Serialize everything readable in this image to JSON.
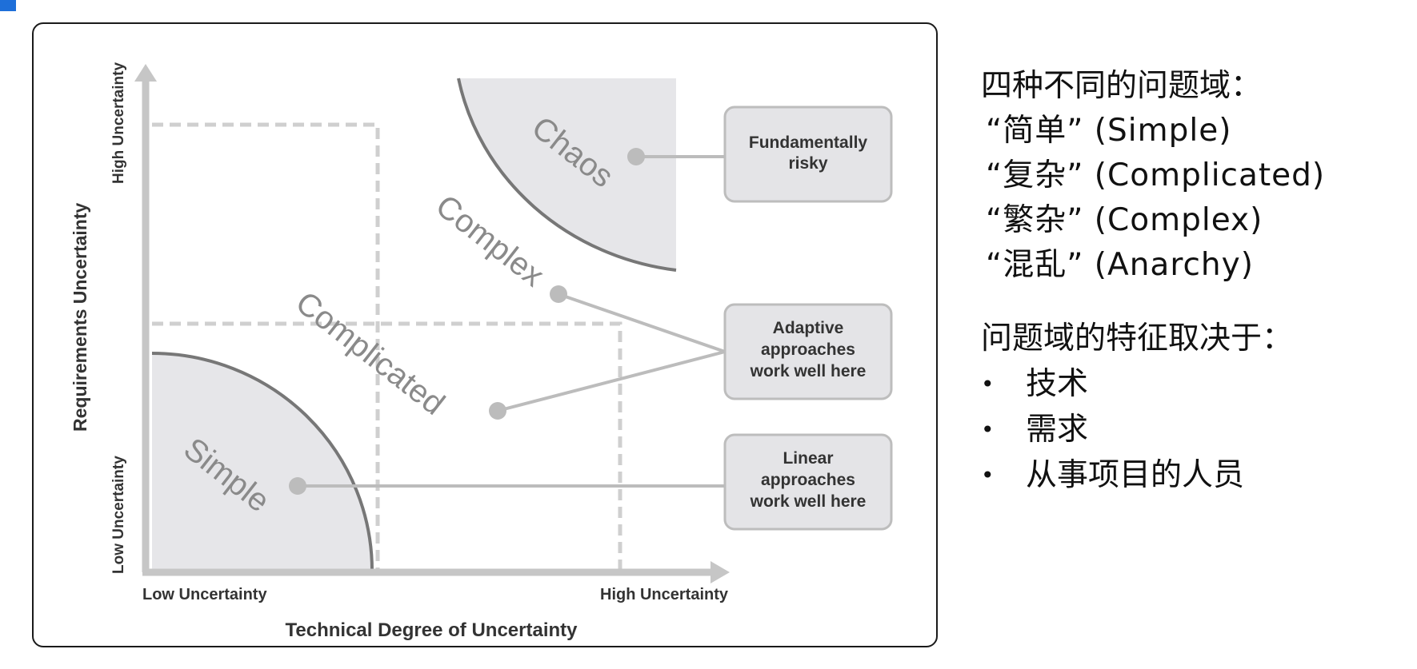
{
  "diagram": {
    "y_axis_title": "Requirements Uncertainty",
    "y_axis_high": "High Uncertainty",
    "y_axis_low": "Low Uncertainty",
    "x_axis_title": "Technical Degree of Uncertainty",
    "x_axis_low": "Low Uncertainty",
    "x_axis_high": "High Uncertainty",
    "zones": {
      "simple": "Simple",
      "complicated": "Complicated",
      "complex": "Complex",
      "chaos": "Chaos"
    },
    "callouts": {
      "chaos": [
        "Fundamentally",
        "risky"
      ],
      "adaptive": [
        "Adaptive",
        "approaches",
        "work well here"
      ],
      "linear": [
        "Linear",
        "approaches",
        "work well here"
      ]
    },
    "colors": {
      "zone_fill": "#e6e6e9",
      "arc_stroke": "#777777",
      "dashed": "#cfcfcf",
      "axis": "#c6c6c6",
      "box_fill": "#e4e4e7",
      "box_stroke": "#bdbdbd"
    }
  },
  "notes": {
    "heading": "四种不同的问题域：",
    "domains": [
      "“简单” (Simple)",
      "“复杂” (Complicated)",
      "“繁杂” (Complex)",
      "“混乱” (Anarchy)"
    ],
    "factors_heading": "问题域的特征取决于：",
    "factors": [
      "技术",
      "需求",
      "从事项目的人员"
    ]
  }
}
